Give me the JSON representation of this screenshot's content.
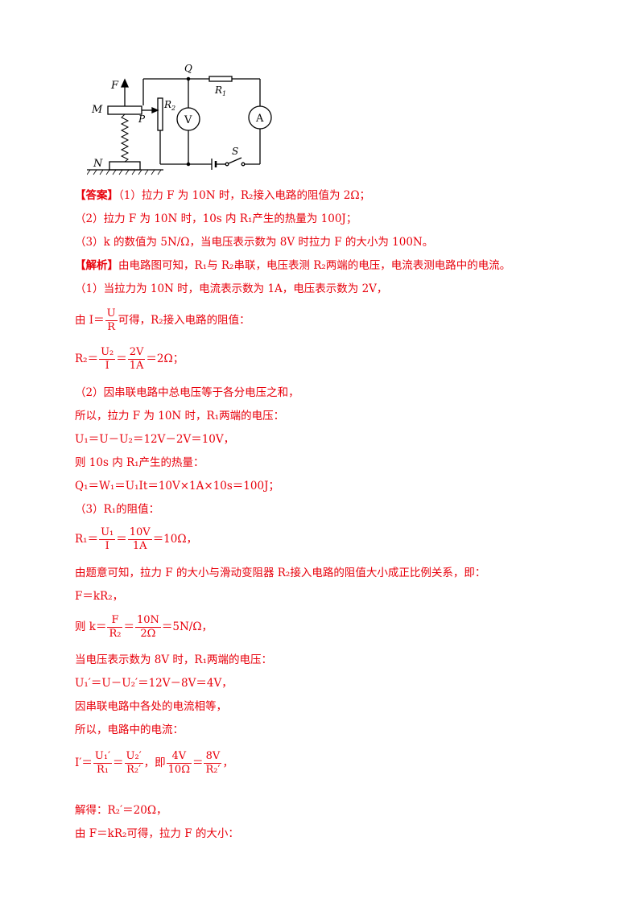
{
  "figure": {
    "labels": {
      "F": "F",
      "Q": "Q",
      "M": "M",
      "P": "P",
      "R2": "R",
      "R2_sub": "2",
      "R1": "R",
      "R1_sub": "1",
      "V": "V",
      "A": "A",
      "S": "S",
      "N": "N"
    }
  },
  "answer": {
    "tag": "【答案】",
    "l1": "（1）拉力 F 为 10N 时，R₂接入电路的阻值为 2Ω；",
    "l2": "（2）拉力 F 为 10N 时，10s 内 R₁产生的热量为 100J；",
    "l3": "（3）k 的数值为 5N/Ω，当电压表示数为 8V 时拉力 F 的大小为 100N。"
  },
  "analysis": {
    "tag": "【解析】",
    "intro": "由电路图可知，R₁与 R₂串联，电压表测 R₂两端的电压，电流表测电路中的电流。",
    "p1": "（1）当拉力为 10N 时，电流表示数为 1A，电压表示数为 2V，",
    "ohm_pre": "由 I＝",
    "ohm_num": "U",
    "ohm_den": "R",
    "ohm_post": "可得，R₂接入电路的阻值：",
    "r2_pre": "R₂＝",
    "r2_num1": "U₂",
    "r2_den1": "I",
    "r2_eq": "＝",
    "r2_num2": "2V",
    "r2_den2": "1A",
    "r2_post": "＝2Ω；",
    "p2": "（2）因串联电路中总电压等于各分电压之和，",
    "p2b": "所以，拉力 F 为 10N 时，R₁两端的电压：",
    "u1": "U₁＝U－U₂＝12V－2V＝10V，",
    "heat_intro": "则 10s 内 R₁产生的热量：",
    "heat": "Q₁＝W₁＝U₁It＝10V×1A×10s＝100J；",
    "p3": "（3）R₁的阻值：",
    "r1_pre": "R₁＝",
    "r1_num1": "U₁",
    "r1_den1": "I",
    "r1_eq": "＝",
    "r1_num2": "10V",
    "r1_den2": "1A",
    "r1_post": "＝10Ω，",
    "prop": "由题意可知，拉力 F 的大小与滑动变阻器 R₂接入电路的阻值大小成正比例关系，即：",
    "f_kr": "F＝kR₂，",
    "k_pre": "则 k＝",
    "k_num1": "F",
    "k_den1": "R₂",
    "k_eq": "＝",
    "k_num2": "10N",
    "k_den2": "2Ω",
    "k_post": "＝5N/Ω，",
    "v8": "当电压表示数为 8V 时，R₁两端的电压：",
    "u1p": "U₁′＝U－U₂′＝12V－8V＝4V，",
    "series": "因串联电路中各处的电流相等，",
    "current_intro": "所以，电路中的电流：",
    "i_pre": "I′＝",
    "i_num1": "U₁′",
    "i_den1": "R₁",
    "i_eq1": "＝",
    "i_num2": "U₂′",
    "i_den2": "R₂′",
    "i_mid": "，即",
    "i_num3": "4V",
    "i_den3": "10Ω",
    "i_eq2": "＝",
    "i_num4": "8V",
    "i_den4": "R₂′",
    "i_post": "，",
    "solve": "解得：R₂′＝20Ω，",
    "final": "由 F＝kR₂可得，拉力 F 的大小："
  }
}
